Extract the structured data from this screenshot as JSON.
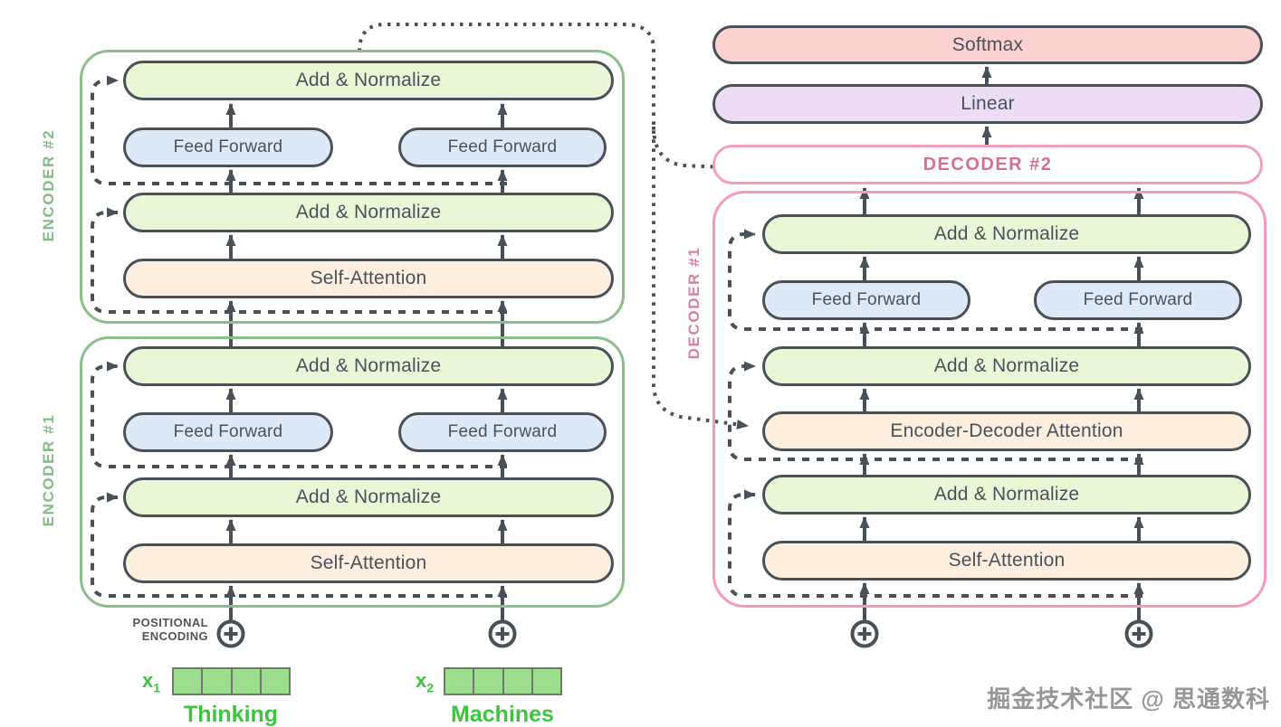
{
  "labels": {
    "add_normalize": "Add & Normalize",
    "feed_forward": "Feed Forward",
    "self_attention": "Self-Attention",
    "encoder_decoder_attention": "Encoder-Decoder Attention",
    "softmax": "Softmax",
    "linear": "Linear",
    "encoder2": "ENCODER #2",
    "encoder1": "ENCODER #1",
    "decoder2": "DECODER #2",
    "decoder1": "DECODER #1",
    "positional_encoding_line1": "POSITIONAL",
    "positional_encoding_line2": "ENCODING"
  },
  "inputs": {
    "x1": {
      "symbol": "x",
      "sub": "1",
      "word": "Thinking",
      "cells": 4
    },
    "x2": {
      "symbol": "x",
      "sub": "2",
      "word": "Machines",
      "cells": 4
    }
  },
  "watermark": "掘金技术社区 @ 思通数科",
  "colors": {
    "pill_border": "#4a5057",
    "pill_text": "#49525a",
    "add_normalize_fill": "#e9f7d6",
    "feed_forward_fill": "#dde9f8",
    "attention_fill": "#fdeedd",
    "softmax_fill": "#fbd2cf",
    "linear_fill": "#ecdcf5",
    "encoder_outline": "#8cbd8c",
    "encoder_label": "#86ba86",
    "decoder_outline": "#f59ab8",
    "decoder_label": "#d9809f",
    "decoder2_text": "#d4718f",
    "connector": "#4a5057",
    "input_green": "#3ec43e",
    "embedding_fill": "#9cdd8e"
  }
}
